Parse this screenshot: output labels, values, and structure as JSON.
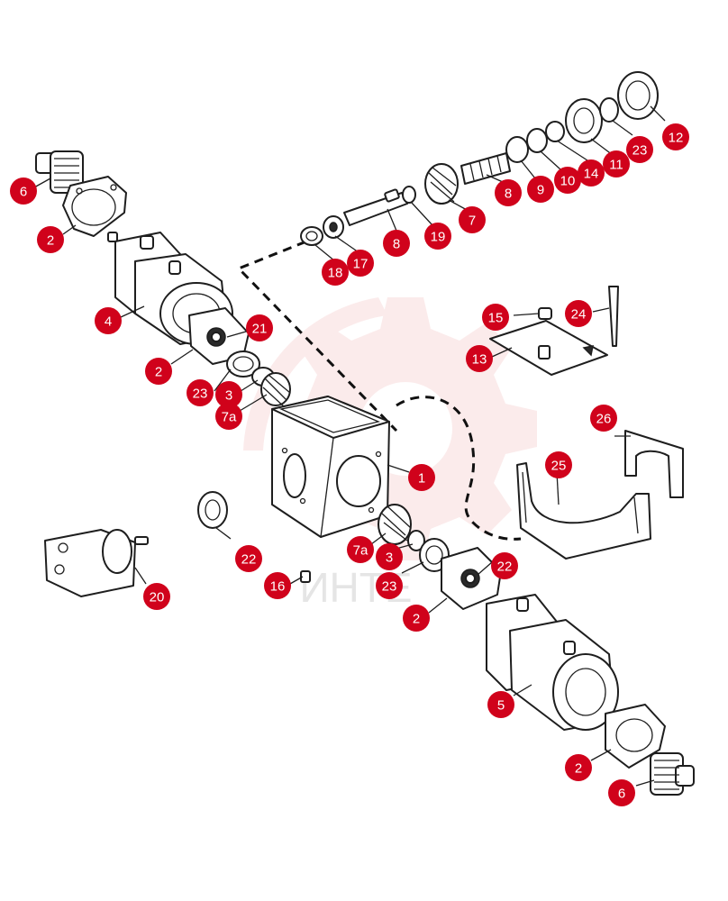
{
  "colors": {
    "callout": "#d0021b",
    "watermark": "#f2b8b8"
  },
  "watermark": {
    "text": "ИНТЕ"
  },
  "callouts": [
    {
      "id": "c6a",
      "label": "6"
    },
    {
      "id": "c2a",
      "label": "2"
    },
    {
      "id": "c4",
      "label": "4"
    },
    {
      "id": "c2b",
      "label": "2"
    },
    {
      "id": "c21",
      "label": "21"
    },
    {
      "id": "c23a",
      "label": "23"
    },
    {
      "id": "c3a",
      "label": "3"
    },
    {
      "id": "c7aa",
      "label": "7a"
    },
    {
      "id": "c18",
      "label": "18"
    },
    {
      "id": "c17",
      "label": "17"
    },
    {
      "id": "c8a",
      "label": "8"
    },
    {
      "id": "c19",
      "label": "19"
    },
    {
      "id": "c7",
      "label": "7"
    },
    {
      "id": "c8b",
      "label": "8"
    },
    {
      "id": "c9",
      "label": "9"
    },
    {
      "id": "c10",
      "label": "10"
    },
    {
      "id": "c14",
      "label": "14"
    },
    {
      "id": "c11",
      "label": "11"
    },
    {
      "id": "c23b",
      "label": "23"
    },
    {
      "id": "c12",
      "label": "12"
    },
    {
      "id": "c15",
      "label": "15"
    },
    {
      "id": "c24",
      "label": "24"
    },
    {
      "id": "c13",
      "label": "13"
    },
    {
      "id": "c26",
      "label": "26"
    },
    {
      "id": "c25",
      "label": "25"
    },
    {
      "id": "c1",
      "label": "1"
    },
    {
      "id": "c22a",
      "label": "22"
    },
    {
      "id": "c20",
      "label": "20"
    },
    {
      "id": "c16",
      "label": "16"
    },
    {
      "id": "c7ab",
      "label": "7a"
    },
    {
      "id": "c3b",
      "label": "3"
    },
    {
      "id": "c23c",
      "label": "23"
    },
    {
      "id": "c22b",
      "label": "22"
    },
    {
      "id": "c2c",
      "label": "2"
    },
    {
      "id": "c5",
      "label": "5"
    },
    {
      "id": "c2d",
      "label": "2"
    },
    {
      "id": "c6b",
      "label": "6"
    }
  ]
}
